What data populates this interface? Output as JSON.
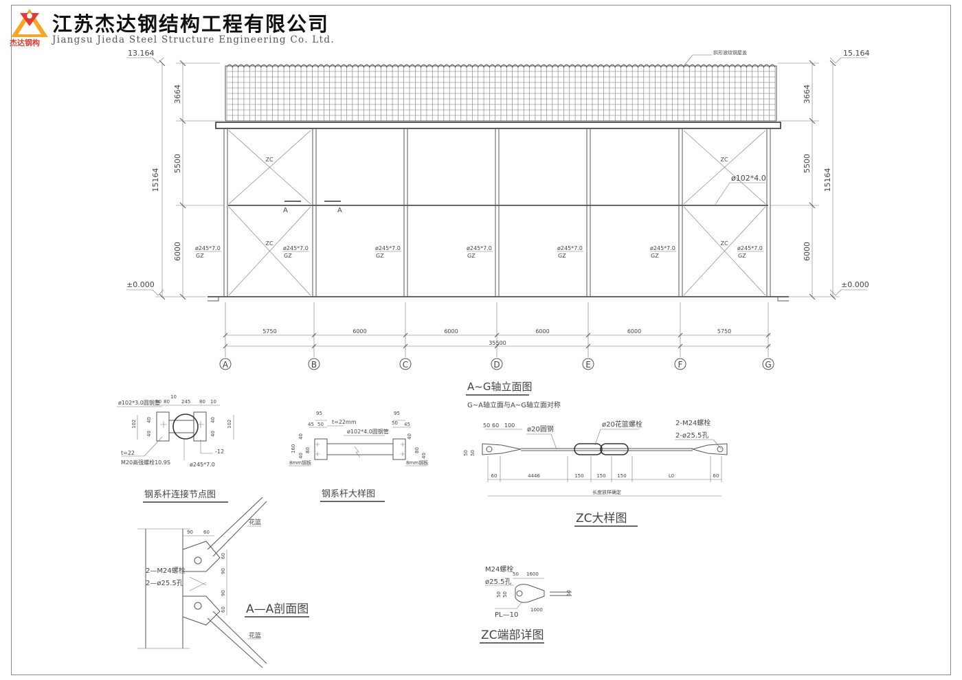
{
  "header": {
    "company_cn": "江苏杰达钢结构工程有限公司",
    "company_en": "Jiangsu Jieda Steel Structure Engineering Co. Ltd.",
    "logo_text": "杰达钢构",
    "logo_color": "#e53935",
    "logo_accent": "#f5a623"
  },
  "elevation": {
    "roof_note": "拱形波纹钢屋盖",
    "level_top_left": "13.164",
    "level_top_right": "15.164",
    "level_ground": "±0.000",
    "dims_left": [
      "3664",
      "5500",
      "6000"
    ],
    "dims_total": "15164",
    "bay_dims": [
      "5750",
      "6000",
      "6000",
      "6000",
      "6000",
      "5750"
    ],
    "total_length": "35500",
    "axes": [
      "A",
      "B",
      "C",
      "D",
      "E",
      "F",
      "G"
    ],
    "column_label": "ø245*7.0",
    "gz": "GZ",
    "zc": "ZC",
    "tie_label": "ø102*4.0",
    "section_mark": "A",
    "title": "A~G轴立面图",
    "subtitle": "G~A轴立面与A~G轴立面对称"
  },
  "node_detail": {
    "title": "钢系杆连接节点图",
    "pipe": "ø102*3.0圆钢管",
    "dims_top": [
      "10",
      "80",
      "10",
      "245",
      "80",
      "10"
    ],
    "side_dims": [
      "102",
      "40",
      "40"
    ],
    "plate": "t=22",
    "bolt": "M20高强螺栓10.9S",
    "column": "ø245*7.0",
    "thick": "-12"
  },
  "tie_detail": {
    "title": "钢系杆大样图",
    "dims_top": [
      "95",
      "45",
      "50",
      "95",
      "50",
      "45"
    ],
    "plate": "t=22mm",
    "pipe": "ø102*4.0圆钢管",
    "side_dims": [
      "40",
      "160",
      "40",
      "80"
    ],
    "plate_note": "8mm钢板"
  },
  "zc_detail": {
    "title": "ZC大样图",
    "rod": "ø20圆钢",
    "turnbuckle": "ø20花篮螺栓",
    "bolt": "2-M24螺栓",
    "hole": "2-ø25.5孔",
    "dims_top": [
      "50",
      "60",
      "100"
    ],
    "dims_bottom": [
      "60",
      "4446",
      "150",
      "150",
      "150",
      "L0",
      "60"
    ],
    "side_dims": [
      "50",
      "50"
    ],
    "note": "长度放样确定"
  },
  "aa_section": {
    "title": "A—A剖面图",
    "top_dims": [
      "90",
      "60"
    ],
    "side_dims": [
      "60",
      "90",
      "90",
      "60"
    ],
    "bolt": "2—M24螺栓",
    "hole": "2—ø25.5孔",
    "label": "花篮"
  },
  "zc_end": {
    "title": "ZC端部详图",
    "bolt": "M24螺栓",
    "hole": "ø25.5孔",
    "plate": "PL—10",
    "dims_top": [
      "50",
      "1600"
    ],
    "dims_bottom": [
      "1000"
    ],
    "side_dims": [
      "50",
      "50"
    ],
    "small_dim": "50"
  }
}
